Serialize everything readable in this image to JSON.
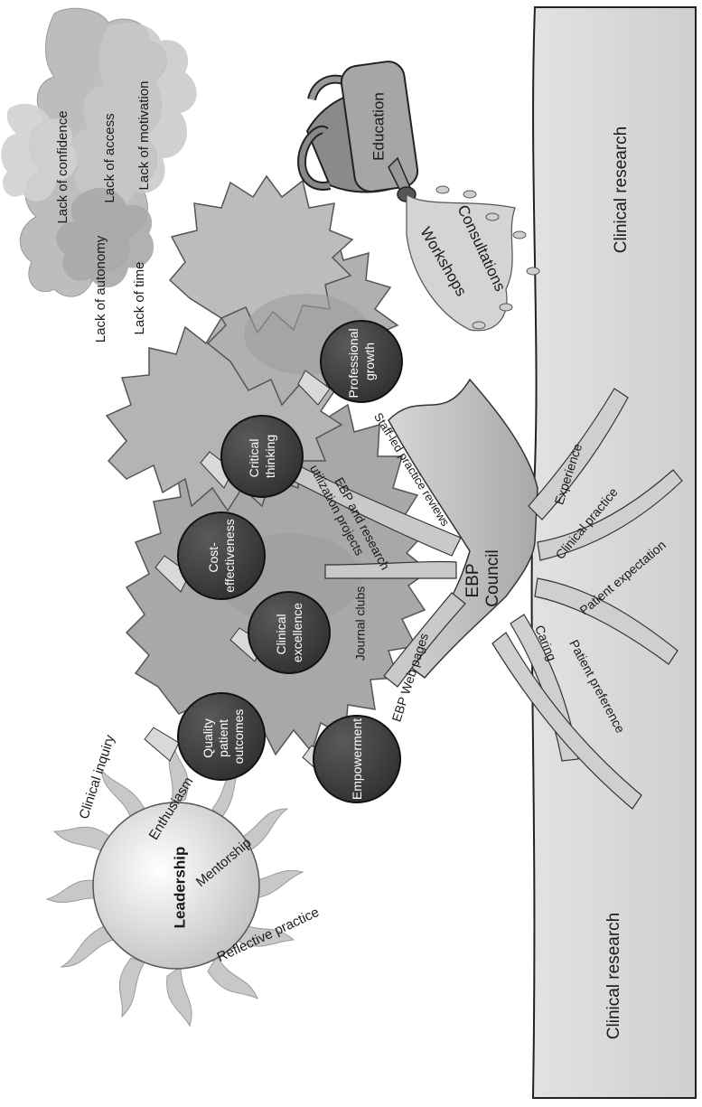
{
  "sun": {
    "center_label": "Leadership",
    "rays": [
      "Clinical inquiry",
      "Enthusiasm",
      "Mentorship",
      "Reflective practice"
    ]
  },
  "clouds": [
    "Lack of confidence",
    "Lack of access",
    "Lack of motivation",
    "Lack of autonomy",
    "Lack of time"
  ],
  "watering_can": {
    "label": "Education",
    "spray": [
      "Workshops",
      "Consultations"
    ]
  },
  "ground": {
    "label_right": "Clinical research",
    "label_left": "Clinical research"
  },
  "tree": {
    "trunk_label_line1": "EBP",
    "trunk_label_line2": "Council",
    "branches": [
      "Staff-led practice reviews",
      "EBP and research",
      "utilization projects",
      "Journal clubs",
      "EBP Web pages"
    ],
    "roots": [
      "Experience",
      "Clinical practice",
      "Patient expectation",
      "Caring",
      "Patient preference"
    ],
    "apples": [
      {
        "lines": [
          "Professional",
          "growth"
        ]
      },
      {
        "lines": [
          "Critical",
          "thinking"
        ]
      },
      {
        "lines": [
          "Cost-",
          "effectiveness"
        ]
      },
      {
        "lines": [
          "Clinical",
          "excellence"
        ]
      },
      {
        "lines": [
          "Quality",
          "patient",
          "outcomes"
        ]
      },
      {
        "lines": [
          "Empowerment"
        ]
      }
    ]
  },
  "colors": {
    "ground": "#d8d8d8",
    "canopy": "#a9a9a9",
    "canopy_dark": "#8c8c8c",
    "apple": "#3d3d3d",
    "trunk": "#c4c4c4",
    "cloud": "#b9b9b9",
    "sun_glow": "#c9c9c9"
  }
}
